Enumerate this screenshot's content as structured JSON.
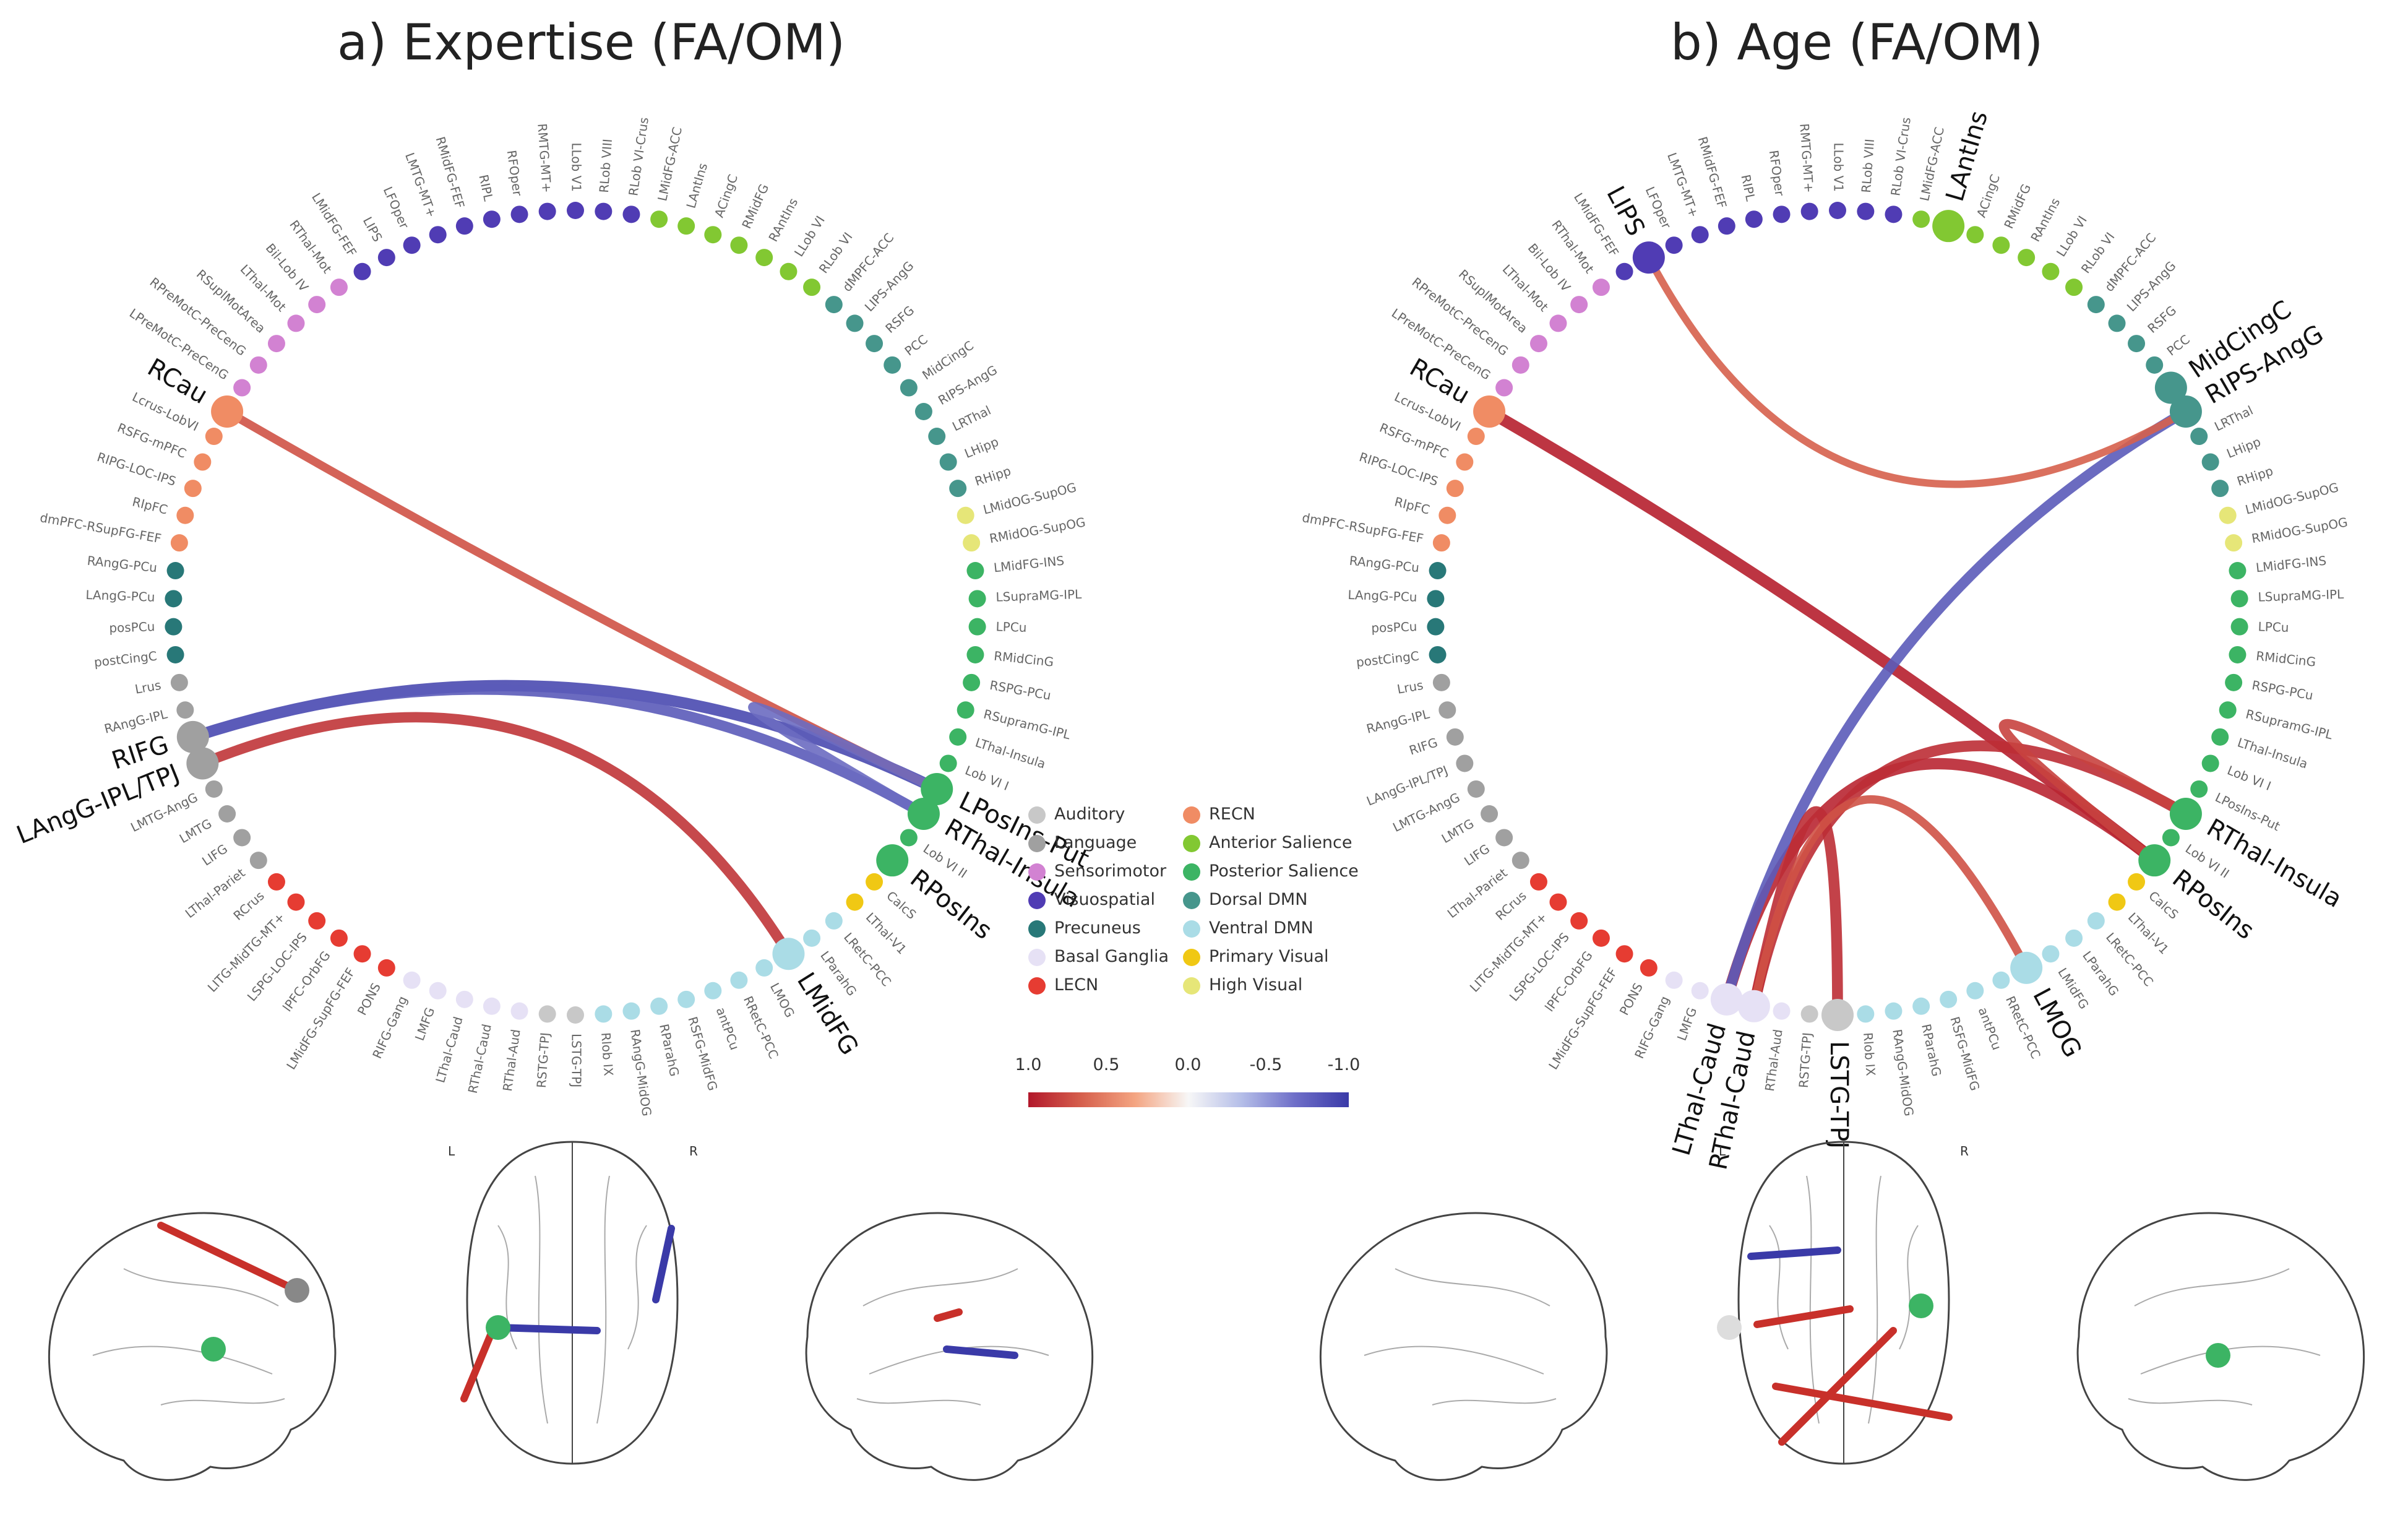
{
  "panels": [
    {
      "title": "a) Expertise (FA/OM)",
      "nodes": [
        {
          "name": "Lrus",
          "net": "Language"
        },
        {
          "name": "postCingC",
          "net": "Precuneus"
        },
        {
          "name": "posPCu",
          "net": "Precuneus"
        },
        {
          "name": "LAngG-PCu",
          "net": "Precuneus"
        },
        {
          "name": "RAngG-PCu",
          "net": "Precuneus"
        },
        {
          "name": "dmPFC-RSupFG-FEF",
          "net": "RECN"
        },
        {
          "name": "RIpFC",
          "net": "RECN"
        },
        {
          "name": "RIPG-LOC-IPS",
          "net": "RECN"
        },
        {
          "name": "RSFG-mPFC",
          "net": "RECN"
        },
        {
          "name": "Lcrus-LobVI",
          "net": "RECN"
        },
        {
          "name": "RCau",
          "net": "RECN"
        },
        {
          "name": "LPreMotC-PreCenG",
          "net": "Sensorimotor"
        },
        {
          "name": "RPreMotC-PreCenG",
          "net": "Sensorimotor"
        },
        {
          "name": "RSuplMotArea",
          "net": "Sensorimotor"
        },
        {
          "name": "LThal-Mot",
          "net": "Sensorimotor"
        },
        {
          "name": "Bil-Lob IV",
          "net": "Sensorimotor"
        },
        {
          "name": "RThal-Mot",
          "net": "Sensorimotor"
        },
        {
          "name": "LMidFG-FEF",
          "net": "Visuospatial"
        },
        {
          "name": "LIPS",
          "net": "Visuospatial"
        },
        {
          "name": "LFOper",
          "net": "Visuospatial"
        },
        {
          "name": "LMTG-MT+",
          "net": "Visuospatial"
        },
        {
          "name": "RMidFG-FEF",
          "net": "Visuospatial"
        },
        {
          "name": "RIPL",
          "net": "Visuospatial"
        },
        {
          "name": "RFOper",
          "net": "Visuospatial"
        },
        {
          "name": "RMTG-MT+",
          "net": "Visuospatial"
        },
        {
          "name": "LLob V1",
          "net": "Visuospatial"
        },
        {
          "name": "RLob VIII",
          "net": "Visuospatial"
        },
        {
          "name": "RLob VI-Crus",
          "net": "Visuospatial"
        },
        {
          "name": "LMidFG-ACC",
          "net": "Anterior Salience"
        },
        {
          "name": "LAntIns",
          "net": "Anterior Salience"
        },
        {
          "name": "ACingC",
          "net": "Anterior Salience"
        },
        {
          "name": "RMidFG",
          "net": "Anterior Salience"
        },
        {
          "name": "RAntIns",
          "net": "Anterior Salience"
        },
        {
          "name": "LLob VI",
          "net": "Anterior Salience"
        },
        {
          "name": "RLob VI",
          "net": "Anterior Salience"
        },
        {
          "name": "dMPFC-ACC",
          "net": "Dorsal DMN"
        },
        {
          "name": "LIPS-AngG",
          "net": "Dorsal DMN"
        },
        {
          "name": "RSFG",
          "net": "Dorsal DMN"
        },
        {
          "name": "PCC",
          "net": "Dorsal DMN"
        },
        {
          "name": "MidCingC",
          "net": "Dorsal DMN"
        },
        {
          "name": "RIPS-AngG",
          "net": "Dorsal DMN"
        },
        {
          "name": "LRThal",
          "net": "Dorsal DMN"
        },
        {
          "name": "LHipp",
          "net": "Dorsal DMN"
        },
        {
          "name": "RHipp",
          "net": "Dorsal DMN"
        },
        {
          "name": "LMidOG-SupOG",
          "net": "High Visual"
        },
        {
          "name": "RMidOG-SupOG",
          "net": "High Visual"
        },
        {
          "name": "LMidFG-INS",
          "net": "Posterior Salience"
        },
        {
          "name": "LSupraMG-IPL",
          "net": "Posterior Salience"
        },
        {
          "name": "LPCu",
          "net": "Posterior Salience"
        },
        {
          "name": "RMidCinG",
          "net": "Posterior Salience"
        },
        {
          "name": "RSPG-PCu",
          "net": "Posterior Salience"
        },
        {
          "name": "RSupramG-IPL",
          "net": "Posterior Salience"
        },
        {
          "name": "LThal-Insula",
          "net": "Posterior Salience"
        },
        {
          "name": "Lob VI I",
          "net": "Posterior Salience"
        },
        {
          "name": "LPosIns-Put",
          "net": "Posterior Salience"
        },
        {
          "name": "RThal-Insula",
          "net": "Posterior Salience"
        },
        {
          "name": "Lob VI II",
          "net": "Posterior Salience"
        },
        {
          "name": "RPosIns",
          "net": "Posterior Salience"
        },
        {
          "name": "CalcS",
          "net": "Primary Visual"
        },
        {
          "name": "LThal-V1",
          "net": "Primary Visual"
        },
        {
          "name": "LRetC-PCC",
          "net": "Ventral DMN"
        },
        {
          "name": "LParahG",
          "net": "Ventral DMN"
        },
        {
          "name": "LMidFG",
          "net": "Ventral DMN"
        },
        {
          "name": "LMOG",
          "net": "Ventral DMN"
        },
        {
          "name": "RRetC-PCC",
          "net": "Ventral DMN"
        },
        {
          "name": "antPCu",
          "net": "Ventral DMN"
        },
        {
          "name": "RSFG-MidFG",
          "net": "Ventral DMN"
        },
        {
          "name": "RParahG",
          "net": "Ventral DMN"
        },
        {
          "name": "RAngG-MidOG",
          "net": "Ventral DMN"
        },
        {
          "name": "Rlob IX",
          "net": "Ventral DMN"
        },
        {
          "name": "LSTG-TPJ",
          "net": "Auditory"
        },
        {
          "name": "RSTG-TPJ",
          "net": "Auditory"
        },
        {
          "name": "RThal-Aud",
          "net": "Basal Ganglia"
        },
        {
          "name": "RThal-Caud",
          "net": "Basal Ganglia"
        },
        {
          "name": "LThal-Caud",
          "net": "Basal Ganglia"
        },
        {
          "name": "LMFG",
          "net": "Basal Ganglia"
        },
        {
          "name": "RIFG-Gang",
          "net": "Basal Ganglia"
        },
        {
          "name": "PONS",
          "net": "LECN"
        },
        {
          "name": "LMidFG-SupFG-FEF",
          "net": "LECN"
        },
        {
          "name": "lPFC-OrbFG",
          "net": "LECN"
        },
        {
          "name": "LSPG-LOC-IPS",
          "net": "LECN"
        },
        {
          "name": "LITG-MidTG-MT+",
          "net": "LECN"
        },
        {
          "name": "RCrus",
          "net": "LECN"
        },
        {
          "name": "LThal-Pariet",
          "net": "Language"
        },
        {
          "name": "LIFG",
          "net": "Language"
        },
        {
          "name": "LMTG",
          "net": "Language"
        },
        {
          "name": "LMTG-AngG",
          "net": "Language"
        },
        {
          "name": "LAngG-IPL/TPJ",
          "net": "Language"
        },
        {
          "name": "RIFG",
          "net": "Language"
        },
        {
          "name": "RAngG-IPL",
          "net": "Language"
        }
      ],
      "highlight": [
        "RCau",
        "LMidFG",
        "RPosIns",
        "RThal-Insula",
        "LPosIns-Put",
        "LAngG-IPL/TPJ",
        "RIFG"
      ],
      "links": [
        {
          "from": "LAngG-IPL/TPJ",
          "to": "LMidFG",
          "weight": 0.8
        },
        {
          "from": "RIFG",
          "to": "LPosIns-Put",
          "weight": -0.9
        },
        {
          "from": "RIFG",
          "to": "RThal-Insula",
          "weight": -0.8
        },
        {
          "from": "RCau",
          "to": "LPosIns-Put",
          "weight": 0.6
        },
        {
          "from": "RThal-Insula",
          "to": "LPosIns-Put",
          "weight": -0.7
        }
      ]
    },
    {
      "title": "b) Age (FA/OM)",
      "highlight": [
        "RThal-Caud",
        "LThal-Caud",
        "LSTG-TPJ",
        "LMOG",
        "RPosIns",
        "RThal-Insula",
        "RCau",
        "RIPS-AngG",
        "MidCingC",
        "LIPS",
        "LAntIns"
      ],
      "links": [
        {
          "from": "RCau",
          "to": "RPosIns",
          "weight": 0.95
        },
        {
          "from": "LThal-Caud",
          "to": "RPosIns",
          "weight": 0.9
        },
        {
          "from": "RThal-Caud",
          "to": "RThal-Insula",
          "weight": 0.85
        },
        {
          "from": "LThal-Caud",
          "to": "RIPS-AngG",
          "weight": -0.8
        },
        {
          "from": "LSTG-TPJ",
          "to": "RThal-Caud",
          "weight": 0.85
        },
        {
          "from": "LMOG",
          "to": "RThal-Caud",
          "weight": 0.6
        },
        {
          "from": "LIPS",
          "to": "RIPS-AngG",
          "weight": 0.5
        },
        {
          "from": "RThal-Insula",
          "to": "RPosIns",
          "weight": 0.7
        }
      ]
    }
  ],
  "legend": {
    "items": [
      {
        "label": "Auditory",
        "color": "#c8c8c8"
      },
      {
        "label": "RECN",
        "color": "#f08c64"
      },
      {
        "label": "Language",
        "color": "#a0a0a0"
      },
      {
        "label": "Anterior Salience",
        "color": "#82c832"
      },
      {
        "label": "Sensorimotor",
        "color": "#d282d2"
      },
      {
        "label": "Posterior Salience",
        "color": "#3cb464"
      },
      {
        "label": "Visuospatial",
        "color": "#503cb4"
      },
      {
        "label": "Dorsal DMN",
        "color": "#46968c"
      },
      {
        "label": "Precuneus",
        "color": "#287878"
      },
      {
        "label": "Ventral DMN",
        "color": "#aadce6"
      },
      {
        "label": "Basal Ganglia",
        "color": "#e6e1f5"
      },
      {
        "label": "Primary Visual",
        "color": "#f0c814"
      },
      {
        "label": "LECN",
        "color": "#e63c32"
      },
      {
        "label": "High Visual",
        "color": "#e6e678"
      }
    ]
  },
  "colorbar": {
    "ticks": [
      "1.0",
      "0.5",
      "0.0",
      "-0.5",
      "-1.0"
    ]
  },
  "brain_labels": {
    "left": "L",
    "right": "R"
  }
}
